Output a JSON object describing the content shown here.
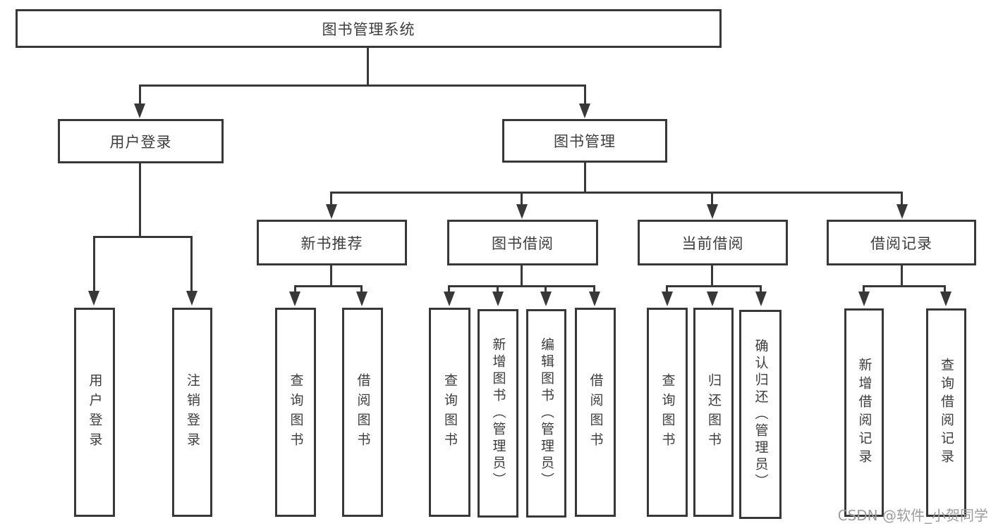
{
  "diagram": {
    "type": "hierarchy-tree",
    "title": "图书管理系统",
    "colors": {
      "line": "#383838",
      "text": "#3d3d3d",
      "background": "#ffffff",
      "watermark": "#9c9c9c"
    },
    "nodes": {
      "root": {
        "label": "图书管理系统"
      },
      "user_login": {
        "label": "用户登录"
      },
      "book_mgmt": {
        "label": "图书管理"
      },
      "new_book_rec": {
        "label": "新书推荐"
      },
      "book_borrow": {
        "label": "图书借阅"
      },
      "current_borrow": {
        "label": "当前借阅"
      },
      "borrow_records": {
        "label": "借阅记录"
      },
      "leaf_user_login": {
        "label": "用户登录"
      },
      "leaf_logout": {
        "label": "注销登录"
      },
      "leaf_query_books_rec": {
        "label": "查询图书"
      },
      "leaf_borrow_books_rec": {
        "label": "借阅图书"
      },
      "leaf_query_books_borrow": {
        "label": "查询图书"
      },
      "leaf_add_books_admin": {
        "label": "新增图书（管理员）"
      },
      "leaf_edit_books_admin": {
        "label": "编辑图书（管理员）"
      },
      "leaf_borrow_books_borrow": {
        "label": "借阅图书"
      },
      "leaf_query_books_current": {
        "label": "查询图书"
      },
      "leaf_return_books": {
        "label": "归还图书"
      },
      "leaf_confirm_return_admin": {
        "label": "确认归还（管理员）"
      },
      "leaf_add_borrow_record": {
        "label": "新增借阅记录"
      },
      "leaf_query_borrow_record": {
        "label": "查询借阅记录"
      }
    },
    "hierarchy": {
      "图书管理系统": {
        "用户登录": [
          "用户登录",
          "注销登录"
        ],
        "图书管理": {
          "新书推荐": [
            "查询图书",
            "借阅图书"
          ],
          "图书借阅": [
            "查询图书",
            "新增图书（管理员）",
            "编辑图书（管理员）",
            "借阅图书"
          ],
          "当前借阅": [
            "查询图书",
            "归还图书",
            "确认归还（管理员）"
          ],
          "借阅记录": [
            "新增借阅记录",
            "查询借阅记录"
          ]
        }
      }
    },
    "watermark": {
      "text": "CSDN @软件_小贺同学"
    }
  }
}
